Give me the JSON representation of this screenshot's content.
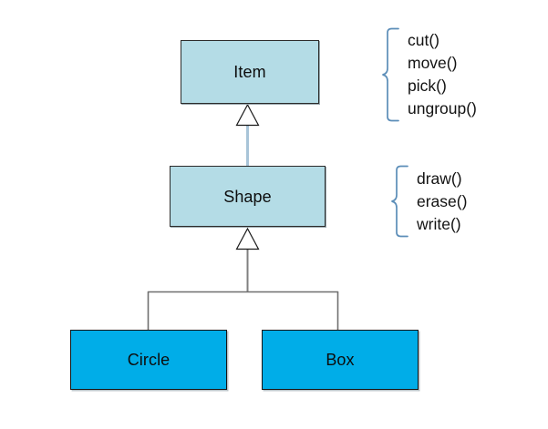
{
  "diagram": {
    "type": "uml-class-inheritance",
    "title": "Item / Shape class hierarchy",
    "colors": {
      "superclass_fill": "#b4dce6",
      "subclass_fill": "#00ade8",
      "box_border": "#1a1a1a",
      "brace": "#5b8db8",
      "upper_connector": "#a8c4d8",
      "lower_connector": "#808080",
      "arrowhead_fill": "#ffffff",
      "arrowhead_stroke": "#1a1a1a",
      "background": "#ffffff",
      "text": "#0d0d0d"
    },
    "classes": [
      {
        "id": "item",
        "label": "Item",
        "level": "superclass"
      },
      {
        "id": "shape",
        "label": "Shape",
        "level": "superclass"
      },
      {
        "id": "circle",
        "label": "Circle",
        "level": "subclass"
      },
      {
        "id": "box",
        "label": "Box",
        "level": "subclass"
      }
    ],
    "annotations": [
      {
        "id": "item-methods",
        "attached_to": "Item",
        "bracket": "curly-brace",
        "methods": [
          "cut()",
          "move()",
          "pick()",
          "ungroup()"
        ]
      },
      {
        "id": "shape-methods",
        "attached_to": "Shape",
        "bracket": "curly-brace",
        "methods": [
          "draw()",
          "erase()",
          "write()"
        ]
      }
    ],
    "relationships": [
      {
        "from": "Shape",
        "to": "Item",
        "kind": "generalization",
        "arrow": "hollow-triangle"
      },
      {
        "from": "Circle",
        "to": "Shape",
        "kind": "generalization",
        "arrow": "hollow-triangle"
      },
      {
        "from": "Box",
        "to": "Shape",
        "kind": "generalization",
        "arrow": "hollow-triangle"
      }
    ]
  }
}
